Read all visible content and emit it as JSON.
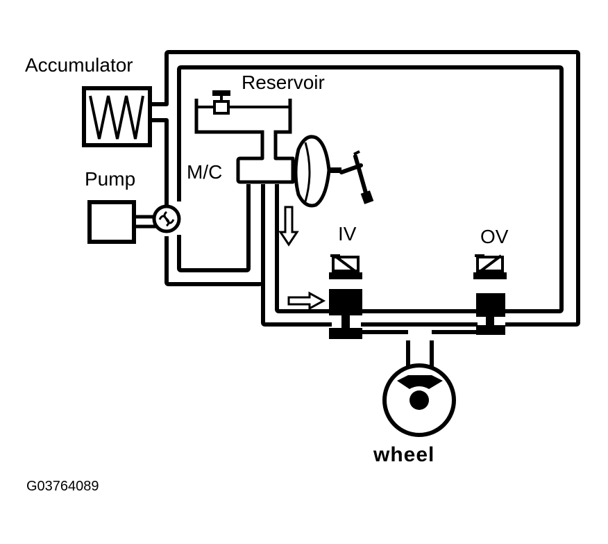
{
  "labels": {
    "accumulator": "Accumulator",
    "reservoir": "Reservoir",
    "pump": "Pump",
    "master_cylinder": "M/C",
    "inlet_valve": "IV",
    "outlet_valve": "OV",
    "wheel": "wheel"
  },
  "figure_code": "G03764089",
  "colors": {
    "ink": "#000000",
    "background": "#ffffff"
  }
}
